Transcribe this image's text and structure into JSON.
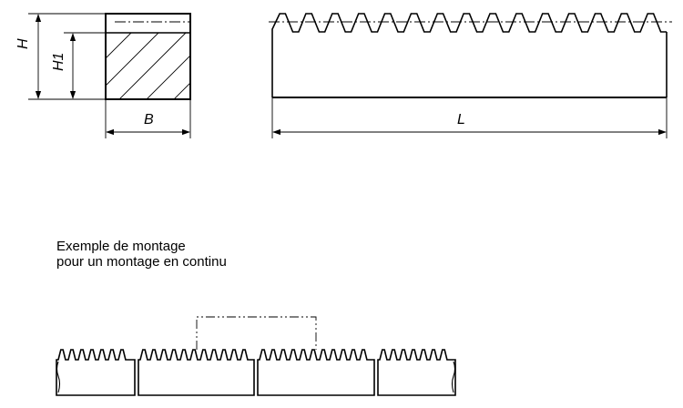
{
  "dimensions": {
    "h": "H",
    "h1": "H1",
    "b": "B",
    "l": "L"
  },
  "mounting_example": {
    "line1": "Exemple de montage",
    "line2": "pour un montage en continu"
  }
}
